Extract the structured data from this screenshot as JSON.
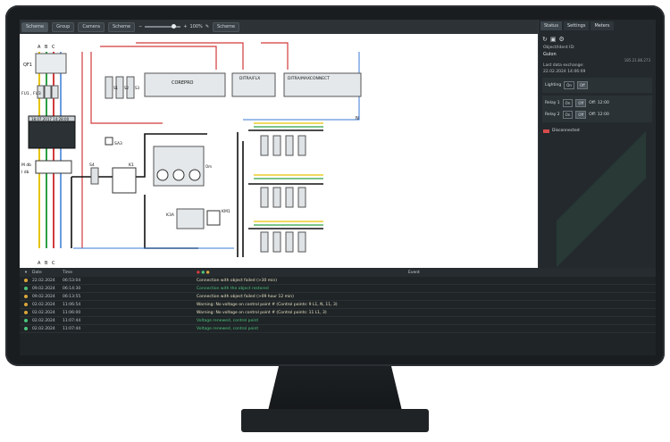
{
  "toolbar": {
    "buttons": [
      "Scheme",
      "Group",
      "Camera",
      "Scheme"
    ],
    "zoom": "100%",
    "right_button": "Scheme"
  },
  "panel": {
    "tabs": [
      "Status",
      "Settings",
      "Meters"
    ],
    "object_label": "Object/Ident ID:",
    "object_value": "Gulon",
    "object_id": "185.21.88.273",
    "last_exchange_label": "Last data exchange:",
    "last_exchange_value": "22.02.2024 14:06:09",
    "lighting_label": "Lighting",
    "lighting_on": "On",
    "lighting_off": "Off",
    "relays": [
      {
        "name": "Relay 1",
        "mode_a": "On",
        "mode_b": "Off",
        "time": "Off: 12:00"
      },
      {
        "name": "Relay 2",
        "mode_a": "On",
        "mode_b": "Off",
        "time": "Off: 12:00"
      }
    ],
    "connection": "Disconnected"
  },
  "scheme": {
    "blocks": [
      "COREPRO",
      "DITRA/FLX",
      "DITRA/MAXCONNECT"
    ],
    "labels": {
      "qf1": "QF1",
      "fu1": "FU1 , FU3",
      "sa3": "SA3",
      "s4": "S4",
      "k1": "K1",
      "km1": "KM1",
      "k3a": "K3A",
      "mdb": "M db",
      "ldb": "I db",
      "n": "N",
      "a": "A",
      "b": "B",
      "c": "C",
      "clock": "18.07.2017 14:28:00",
      "s1": "S1",
      "s2": "S2",
      "s3": "S3",
      "om": "Om"
    },
    "phase_colors": {
      "a": "#e6c300",
      "b": "#2ea043",
      "c": "#d23b3b",
      "n": "#3a7bd5",
      "l": "#e03030"
    }
  },
  "log": {
    "headers": {
      "date": "Date",
      "time": "Time",
      "event": "Event"
    },
    "rows": [
      {
        "date": "22.02.2024",
        "time": "06:53:04",
        "msg": "Connection with object failed (>30 min)",
        "color": "#d9a63a",
        "kind": "w"
      },
      {
        "date": "09.02.2024",
        "time": "06:14:30",
        "msg": "Connection with the object restored",
        "color": "#4cc27b",
        "kind": "g"
      },
      {
        "date": "09.02.2024",
        "time": "06:13:55",
        "msg": "Connection with object failed (>09 hour 12 min)",
        "color": "#d9a63a",
        "kind": "w"
      },
      {
        "date": "02.02.2024",
        "time": "11:06:54",
        "msg": "Warning: No voltage on control point # (Control points: 9 L1, N, 11, 3)",
        "color": "#d9a63a",
        "kind": "w"
      },
      {
        "date": "02.02.2024",
        "time": "11:06:00",
        "msg": "Warning: No voltage on control point # (Control points: 11 L1, 3)",
        "color": "#d9a63a",
        "kind": "w"
      },
      {
        "date": "02.02.2024",
        "time": "11:07:44",
        "msg": "Voltage renewed, control point",
        "color": "#4cc27b",
        "kind": "g"
      },
      {
        "date": "02.02.2024",
        "time": "11:07:44",
        "msg": "Voltage renewed, control point",
        "color": "#4cc27b",
        "kind": "g"
      }
    ]
  }
}
